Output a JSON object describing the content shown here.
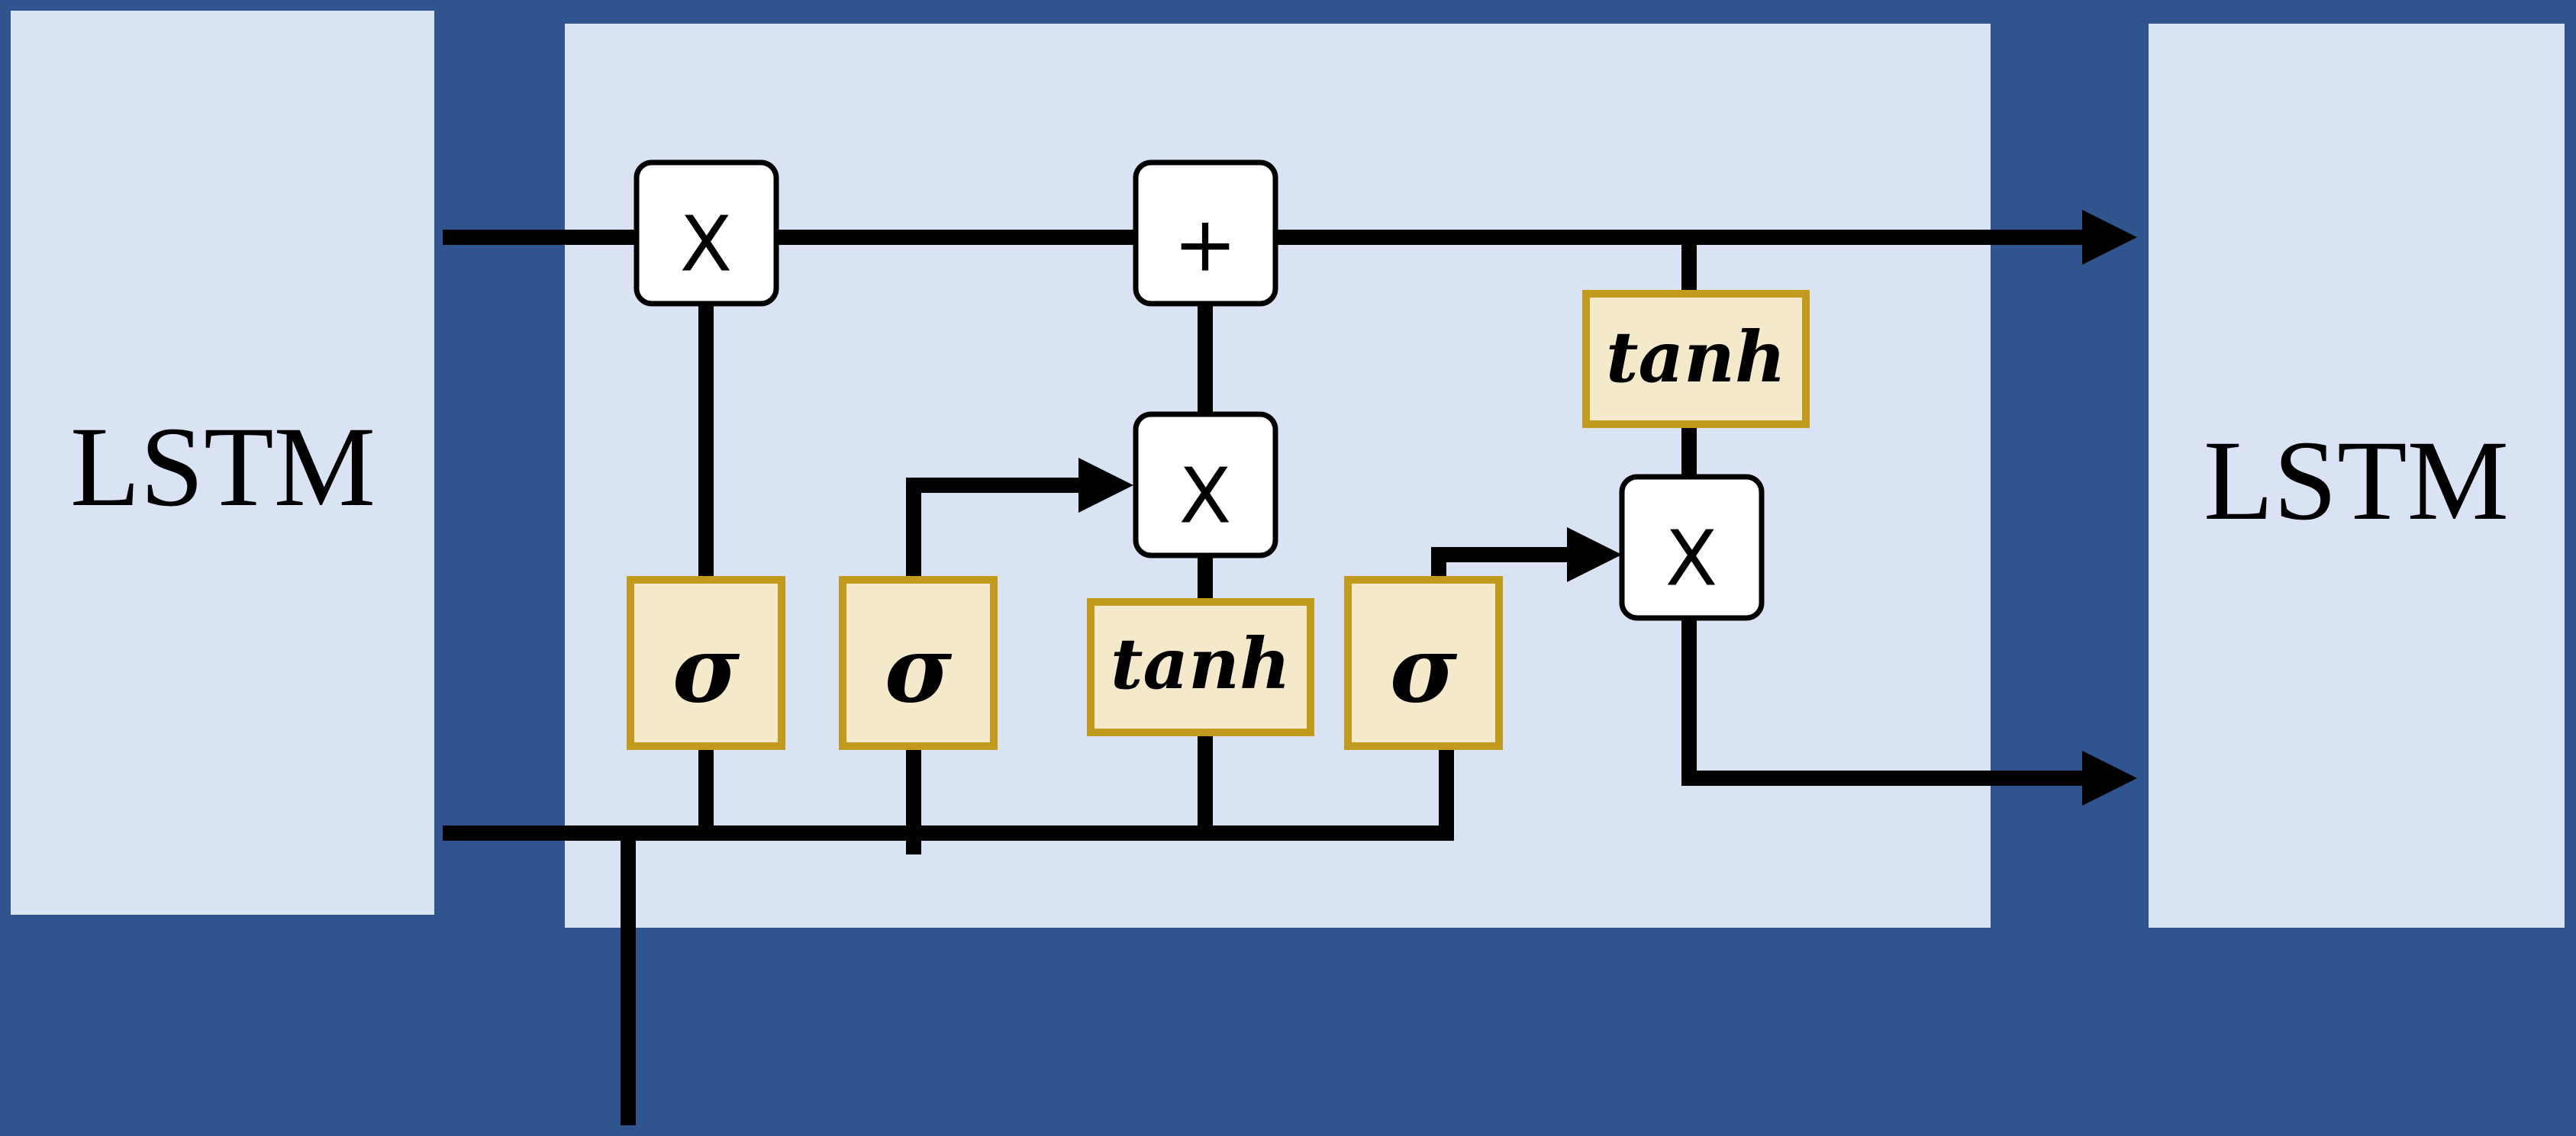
{
  "cells": {
    "left_label": "LSTM",
    "right_label": "LSTM"
  },
  "operators": {
    "forget_multiply": "X",
    "cell_add": "+",
    "input_multiply": "X",
    "output_multiply": "X"
  },
  "activations": {
    "forget_gate": "σ",
    "input_gate": "σ",
    "candidate": "tanh",
    "output_gate": "σ",
    "cell_output": "tanh"
  },
  "colors": {
    "background": "#30548d",
    "panel": "#dae3f3",
    "activation_fill": "#f5e9cc",
    "activation_border": "#c29a1d",
    "wire": "#000000"
  }
}
